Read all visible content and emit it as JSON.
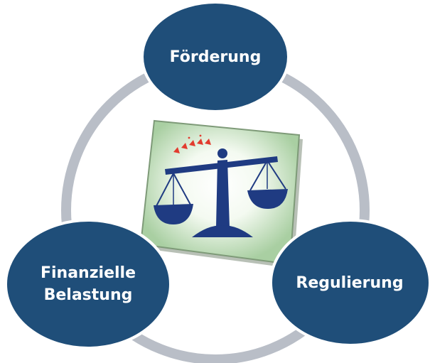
{
  "diagram": {
    "nodes": {
      "top": {
        "label": "Förderung"
      },
      "left": {
        "lines": [
          "Finanzielle",
          "Belastung"
        ]
      },
      "right": {
        "label": "Regulierung"
      }
    },
    "center_image": "balance-scale-icon",
    "colors": {
      "node_fill": "#1f4e79",
      "node_outline": "#ffffff",
      "ring": "#b9bec7",
      "card_bg": "#c8e0c2",
      "scale": "#1f3b82",
      "accent": "#e23b2e"
    }
  }
}
